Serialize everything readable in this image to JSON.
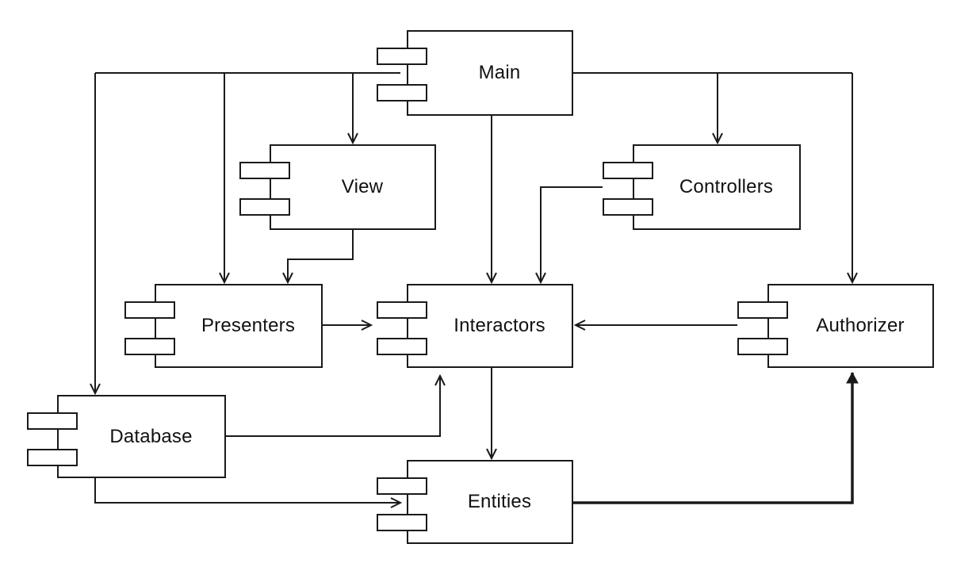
{
  "diagram": {
    "components": [
      {
        "id": "main",
        "label": "Main"
      },
      {
        "id": "view",
        "label": "View"
      },
      {
        "id": "controllers",
        "label": "Controllers"
      },
      {
        "id": "presenters",
        "label": "Presenters"
      },
      {
        "id": "interactors",
        "label": "Interactors"
      },
      {
        "id": "authorizer",
        "label": "Authorizer"
      },
      {
        "id": "database",
        "label": "Database"
      },
      {
        "id": "entities",
        "label": "Entities"
      }
    ],
    "edges": [
      {
        "from": "main",
        "to": "view"
      },
      {
        "from": "main",
        "to": "presenters"
      },
      {
        "from": "main",
        "to": "database"
      },
      {
        "from": "main",
        "to": "interactors"
      },
      {
        "from": "main",
        "to": "controllers"
      },
      {
        "from": "main",
        "to": "authorizer"
      },
      {
        "from": "view",
        "to": "presenters"
      },
      {
        "from": "controllers",
        "to": "interactors"
      },
      {
        "from": "presenters",
        "to": "interactors"
      },
      {
        "from": "authorizer",
        "to": "interactors"
      },
      {
        "from": "database",
        "to": "interactors"
      },
      {
        "from": "database",
        "to": "entities"
      },
      {
        "from": "interactors",
        "to": "entities"
      },
      {
        "from": "entities",
        "to": "authorizer",
        "emphasis": "bold"
      }
    ],
    "colors": {
      "stroke": "#1a1a1a",
      "text": "#111111",
      "background": "#ffffff"
    }
  }
}
